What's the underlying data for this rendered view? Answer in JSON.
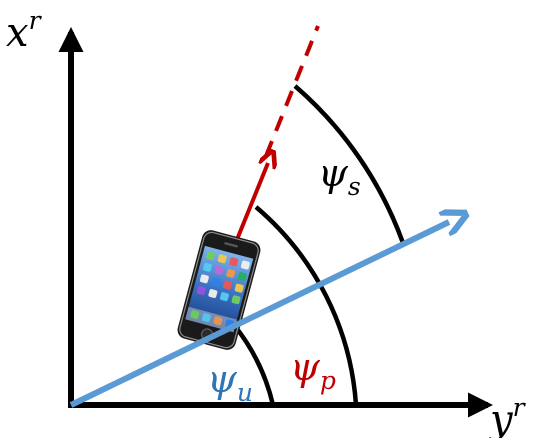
{
  "axes": {
    "vertical_label": "x",
    "vertical_superscript": "r",
    "horizontal_label": "y",
    "horizontal_superscript": "r"
  },
  "angles": {
    "user_symbol": "ψ",
    "user_subscript": "u",
    "phone_symbol": "ψ",
    "phone_subscript": "p",
    "sensor_symbol": "ψ",
    "sensor_subscript": "s"
  },
  "colors": {
    "axes": "#000000",
    "user_direction": "#5b9bd5",
    "phone_direction": "#c00000",
    "arcs": "#000000"
  },
  "icons": {
    "phone": "smartphone-icon"
  }
}
